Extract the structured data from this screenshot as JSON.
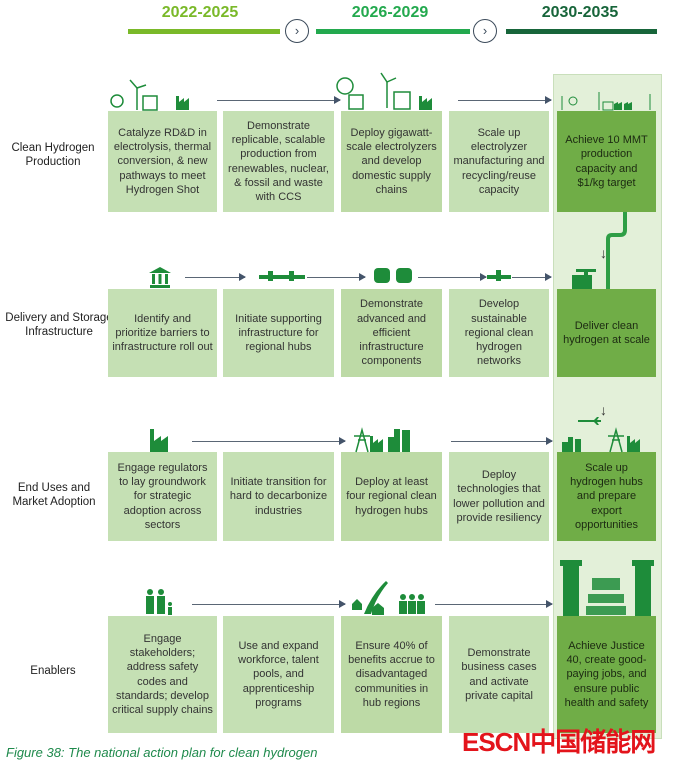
{
  "header": {
    "periods": [
      {
        "label": "2022-2025",
        "color": "#7ab929"
      },
      {
        "label": "2026-2029",
        "color": "#23a94e"
      },
      {
        "label": "2030-2035",
        "color": "#17653a"
      }
    ]
  },
  "rows": [
    {
      "label": "Clean Hydrogen Production",
      "boxes": [
        "Catalyze RD&D in electrolysis, thermal conversion, & new pathways to meet Hydrogen Shot",
        "Demonstrate replicable, scalable production from renewables, nuclear, & fossil and waste with CCS",
        "Deploy gigawatt-scale electrolyzers and develop domestic supply chains",
        "Scale up electrolyzer manufacturing and recycling/reuse capacity",
        "Achieve 10 MMT production capacity and $1/kg target"
      ]
    },
    {
      "label": "Delivery and Storage Infrastructure",
      "boxes": [
        "Identify and prioritize barriers to infrastructure roll out",
        "Initiate supporting infrastructure for regional hubs",
        "Demonstrate advanced and efficient infrastructure components",
        "Develop sustainable regional clean hydrogen networks",
        "Deliver clean hydrogen at scale"
      ]
    },
    {
      "label": "End Uses and Market Adoption",
      "boxes": [
        "Engage regulators to lay groundwork for strategic adoption across sectors",
        "Initiate transition for hard to decarbonize industries",
        "Deploy at least four regional clean hydrogen hubs",
        "Deploy technologies that lower pollution and provide resiliency",
        "Scale up hydrogen hubs and prepare export opportunities"
      ]
    },
    {
      "label": "Enablers",
      "boxes": [
        "Engage stakeholders; address safety codes and standards; develop critical supply chains",
        "Use and expand workforce, talent pools, and apprenticeship programs",
        "Ensure 40% of benefits accrue to disadvantaged communities in hub regions",
        "Demonstrate business cases and activate private capital",
        "Achieve Justice 40, create good-paying jobs, and ensure public health and safety"
      ]
    }
  ],
  "icons": {
    "row1": "factory-wind-solar-nuclear-icons",
    "row2": "pipeline-storage-icons",
    "row3": "factory-tower-city-icons",
    "row4": "people-community-icons"
  },
  "colors": {
    "light_box": "#c5e0b4",
    "dark_box": "#70ad47",
    "icon": "#1e8c3a",
    "highlight": "#e3f0d9"
  },
  "caption": "Figure 38: The national action plan for clean hydrogen",
  "watermark": "ESCN中国储能网"
}
